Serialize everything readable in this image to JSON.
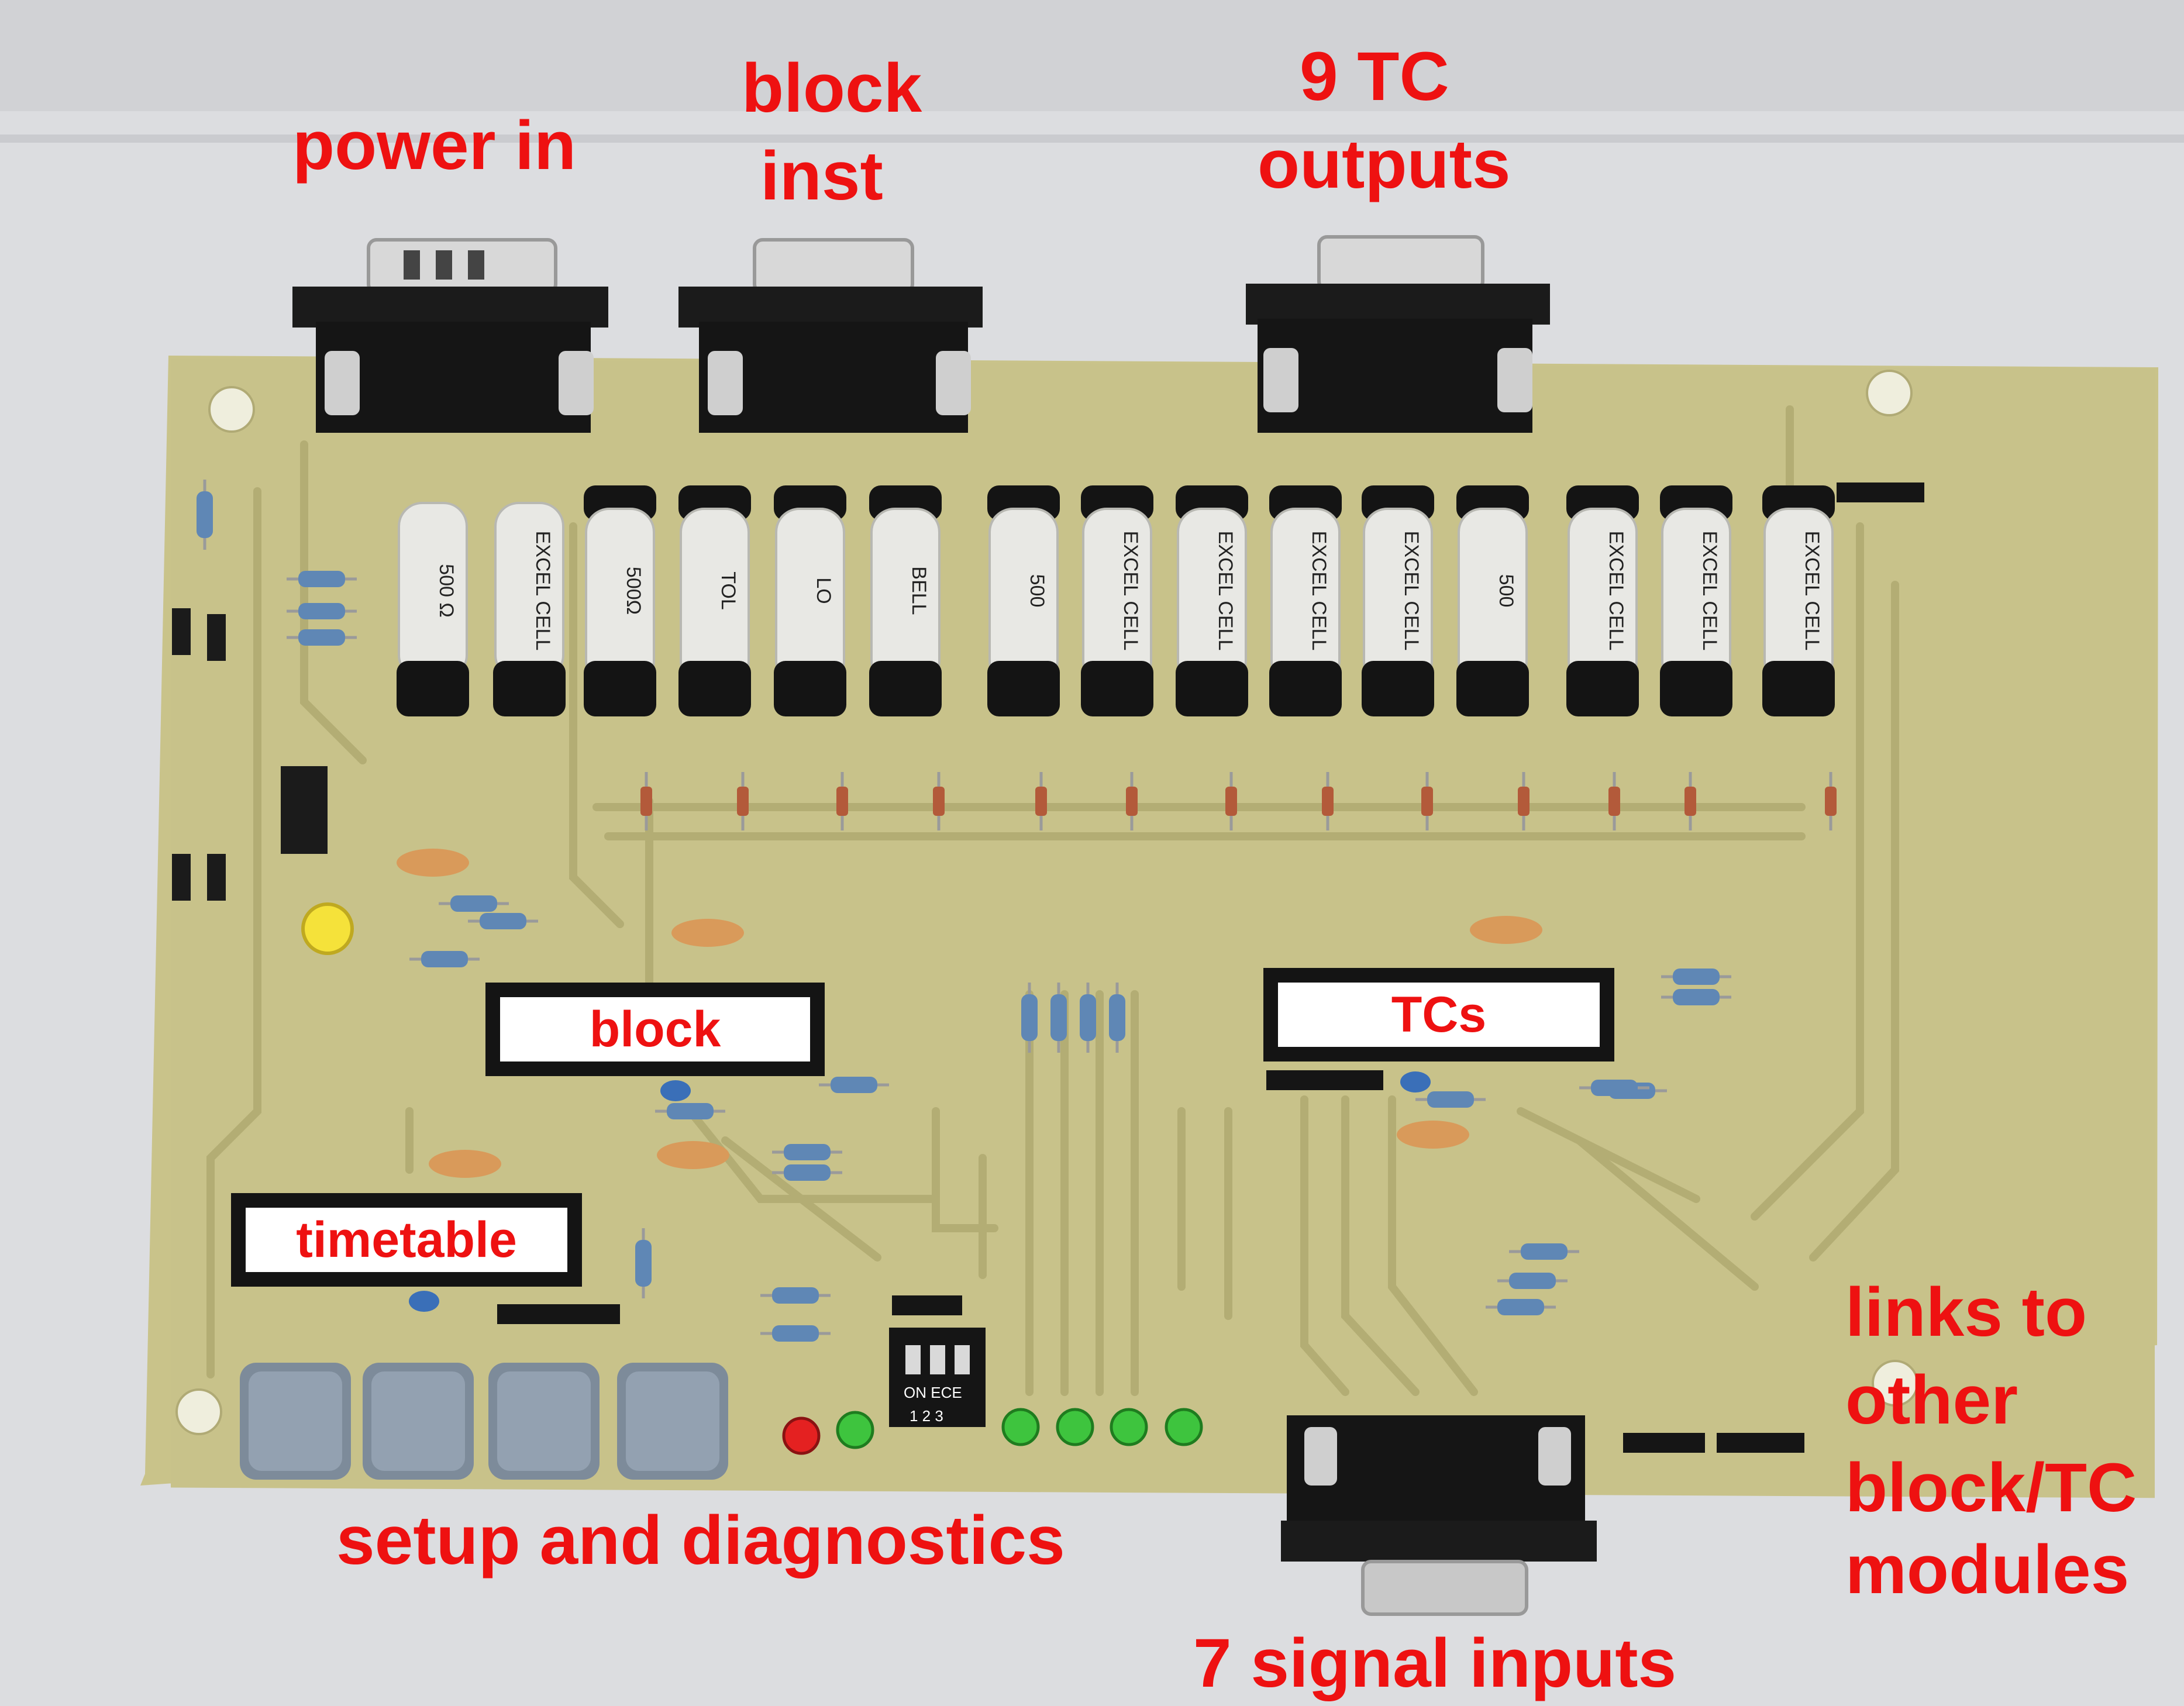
{
  "labels": {
    "power_in": "power in",
    "block_inst_1": "block",
    "block_inst_2": "inst",
    "tc_outputs_1": "9 TC",
    "tc_outputs_2": "outputs",
    "setup": "setup and diagnostics",
    "signal_inputs": "7 signal  inputs",
    "links_1": "links to",
    "links_2": "other",
    "links_3": "block/TC",
    "links_4": "modules"
  },
  "chips": {
    "block": "block",
    "tcs": "TCs",
    "timetable": "timetable"
  },
  "relays": [
    {
      "marking": "500 Ω"
    },
    {
      "marking": "EXCEL CELL"
    },
    {
      "marking": "500Ω"
    },
    {
      "marking": "TOL"
    },
    {
      "marking": "LO"
    },
    {
      "marking": "BELL"
    },
    {
      "marking": "500"
    },
    {
      "marking": "EXCEL CELL"
    },
    {
      "marking": "EXCEL CELL"
    },
    {
      "marking": "EXCEL CELL"
    },
    {
      "marking": "EXCEL CELL"
    },
    {
      "marking": "500"
    },
    {
      "marking": "EXCEL CELL"
    },
    {
      "marking": "EXCEL CELL"
    },
    {
      "marking": "EXCEL CELL"
    }
  ],
  "dip_switch": {
    "brand": "ON ECE",
    "positions": "1 2 3"
  },
  "colors": {
    "label_red": "#ee1111",
    "pcb": "#c9c38a",
    "trace": "#b9b27a",
    "connector": "#1a1a1a",
    "relay_body": "#e8e8e4",
    "button": "#8a98a8"
  }
}
